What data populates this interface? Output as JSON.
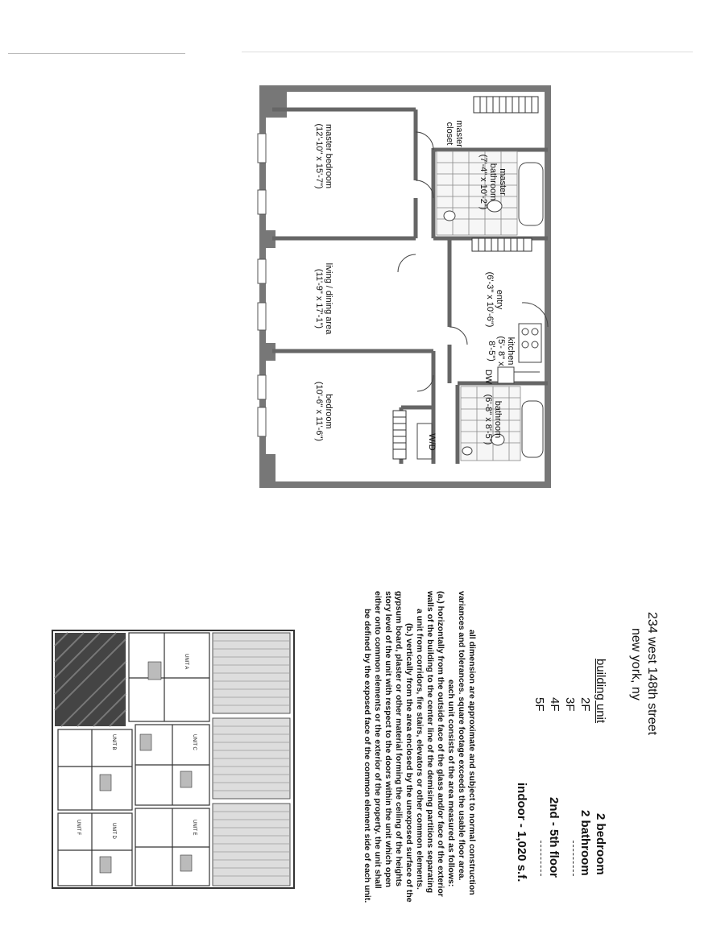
{
  "property": {
    "address_line1": "234 west 148th street",
    "address_line2": "new york, ny"
  },
  "units": {
    "heading": "building unit",
    "list": [
      "2F",
      "3F",
      "4F",
      "5F"
    ]
  },
  "summary": {
    "bedrooms": "2 bedroom",
    "bathrooms": "2 bathroom",
    "floors": "2nd - 5th floor",
    "area": "indoor - 1,020 s.f."
  },
  "rooms": {
    "master_bedroom": {
      "name": "master bedroom",
      "dims": "(12'-10\" x 15'-7\")"
    },
    "master_closet": {
      "name": "master",
      "name2": "closet"
    },
    "master_bathroom": {
      "name": "master",
      "name2": "bathroom",
      "dims": "(7'-4\" x 10'-2\")"
    },
    "living": {
      "name": "living / dining area",
      "dims": "(11'-9\" x 17'-1\")"
    },
    "entry": {
      "name": "entry",
      "dims": "(6'-3\" x 10'-6\")"
    },
    "kitchen": {
      "name": "kitchen",
      "dims": "(5'- 8\" x",
      "dims2": "8'-5\")",
      "dw": "DW"
    },
    "bedroom": {
      "name": "bedroom",
      "dims": "(10'-6\" x 11'-6\")"
    },
    "bathroom": {
      "name": "bathroom",
      "dims": "(6'-8\" x 8'-5\")"
    },
    "wd": "W/D"
  },
  "notes": {
    "p1": "all dimension are approximate and subject to normal construction",
    "p1b": "variances and tolerances.  square footage exceeds the usable floor area.",
    "p2": "each unit consists of the area measured as follows:",
    "p3": "(a.) horizontally from the outside face of the glass and/or face of the exterior",
    "p3b": "walls of the building to the center line of the demising partitions separating",
    "p3c": "a unit from corridors, fire stairs, elevators or other common elements.",
    "p4": "(b.) vertically from the area enclosed by the unexposed surface of the",
    "p4b": "gypsum board, plaster or other material forming the ceiling of the heights",
    "p4c": "story level of the unit with respect to the doors within the unit which open",
    "p4d": "either onto common elements or the exterior of the property.  the unit shall",
    "p4e": "be defined by the exposed face of the common element side of each unit."
  },
  "site_plan": {
    "unit_labels": [
      "UNIT A",
      "UNIT B",
      "UNIT C",
      "UNIT D",
      "UNIT E",
      "UNIT F"
    ]
  }
}
